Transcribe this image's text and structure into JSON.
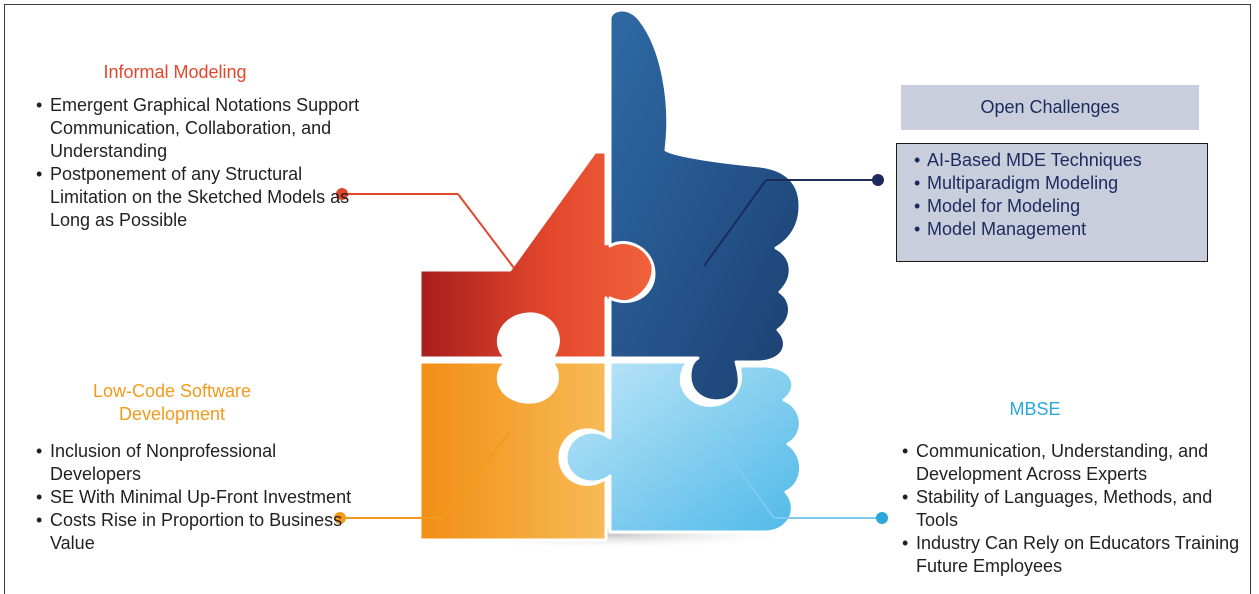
{
  "informal": {
    "heading": "Informal Modeling",
    "items": [
      "Emergent Graphical Notations Support Communication, Collaboration, and Understanding",
      "Postponement of any Structural Limitation on the Sketched Models as Long as Possible"
    ]
  },
  "lowcode": {
    "heading": "Low-Code Software Development",
    "items": [
      "Inclusion of Nonprofessional Developers",
      "SE With Minimal Up-Front Investment",
      "Costs Rise in Proportion to Business Value"
    ]
  },
  "open_challenges": {
    "heading": "Open Challenges",
    "items": [
      "AI-Based MDE Techniques",
      "Multiparadigm Modeling",
      "Model for Modeling",
      "Model Management"
    ]
  },
  "mbse": {
    "heading": "MBSE",
    "items": [
      "Communication, Understanding, and Development Across Experts",
      "Stability of Languages, Methods, and Tools",
      "Industry Can Rely on Educators Training Future Employees"
    ]
  },
  "colors": {
    "red": "#e2472c",
    "dark_red": "#a71d1d",
    "blue": "#2b5d95",
    "dark_blue": "#1b3f70",
    "navy": "#1d2a5e",
    "orange": "#f39a1b",
    "light_blue": "#7fcbef",
    "cyan": "#2aa9d8",
    "box_fill": "#c9cedd"
  }
}
